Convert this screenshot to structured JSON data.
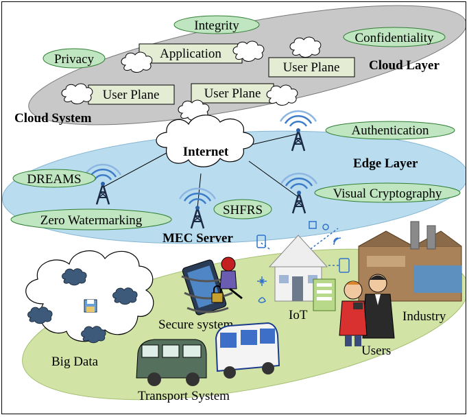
{
  "diagram": {
    "cloud_layer": {
      "title": "Cloud Layer",
      "system_label": "Cloud System",
      "properties": [
        "Integrity",
        "Privacy",
        "Confidentiality"
      ],
      "boxes": [
        "Application",
        "User Plane",
        "User Plane",
        "User Plane"
      ]
    },
    "edge_layer": {
      "title": "Edge Layer",
      "internet_label": "Internet",
      "server_label": "MEC Server",
      "techniques": [
        "Authentication",
        "DREAMS",
        "Visual Cryptography",
        "SHFRS",
        "Zero Watermarking"
      ]
    },
    "device_layer": {
      "big_data": "Big Data",
      "secure_system": "Secure system",
      "iot": "IoT",
      "industry": "Industry",
      "users": "Users",
      "transport": "Transport System"
    },
    "colors": {
      "cloud_ellipse": "#c8c8c8",
      "edge_ellipse": "#b9dcef",
      "device_ellipse": "#d2e3a6",
      "tag_fill": "#bfe6c0",
      "tag_border": "#2e7d32",
      "box_fill": "#e4ecd4",
      "tower": "#1b2a44"
    }
  }
}
